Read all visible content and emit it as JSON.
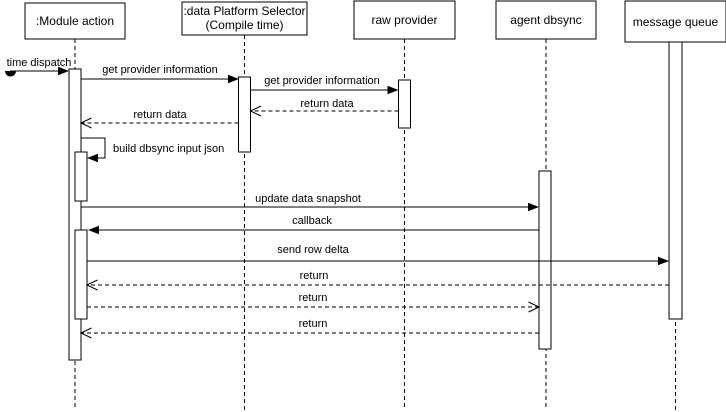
{
  "diagram": {
    "kind": "uml-sequence-diagram",
    "background_color": "#ffffff",
    "stroke_color": "#000000",
    "fill_color": "#ffffff"
  },
  "participants": [
    {
      "label": ":Module action"
    },
    {
      "label": ":data Platform Selector",
      "label2": "(Compile time)"
    },
    {
      "label": "raw provider"
    },
    {
      "label": "agent dbsync"
    },
    {
      "label": "message queue"
    }
  ],
  "messages": [
    {
      "label": "time dispatch",
      "from": "(found)",
      "to": ":Module action",
      "style": "found-solid-filled-arrow"
    },
    {
      "label": "get provider information",
      "from": ":Module action",
      "to": ":data Platform Selector",
      "style": "solid-filled-arrow"
    },
    {
      "label": "get provider information",
      "from": ":data Platform Selector",
      "to": "raw provider",
      "style": "solid-filled-arrow"
    },
    {
      "label": "return data",
      "from": "raw provider",
      "to": ":data Platform Selector",
      "style": "dashed-open-arrow"
    },
    {
      "label": "return data",
      "from": ":data Platform Selector",
      "to": ":Module action",
      "style": "dashed-open-arrow"
    },
    {
      "label": "build dbsync input json",
      "from": ":Module action",
      "to": ":Module action",
      "style": "self-call-filled-arrow"
    },
    {
      "label": "update data snapshot",
      "from": ":Module action",
      "to": "agent dbsync",
      "style": "solid-filled-arrow"
    },
    {
      "label": "callback",
      "from": "agent dbsync",
      "to": ":Module action",
      "style": "solid-filled-arrow"
    },
    {
      "label": "send row delta",
      "from": ":Module action",
      "to": "message queue",
      "style": "solid-filled-arrow"
    },
    {
      "label": "return",
      "from": "message queue",
      "to": ":Module action",
      "style": "dashed-open-arrow"
    },
    {
      "label": "return",
      "from": ":Module action",
      "to": "agent dbsync",
      "style": "dashed-open-arrow"
    },
    {
      "label": "return",
      "from": "agent dbsync",
      "to": ":Module action",
      "style": "dashed-open-arrow"
    }
  ]
}
